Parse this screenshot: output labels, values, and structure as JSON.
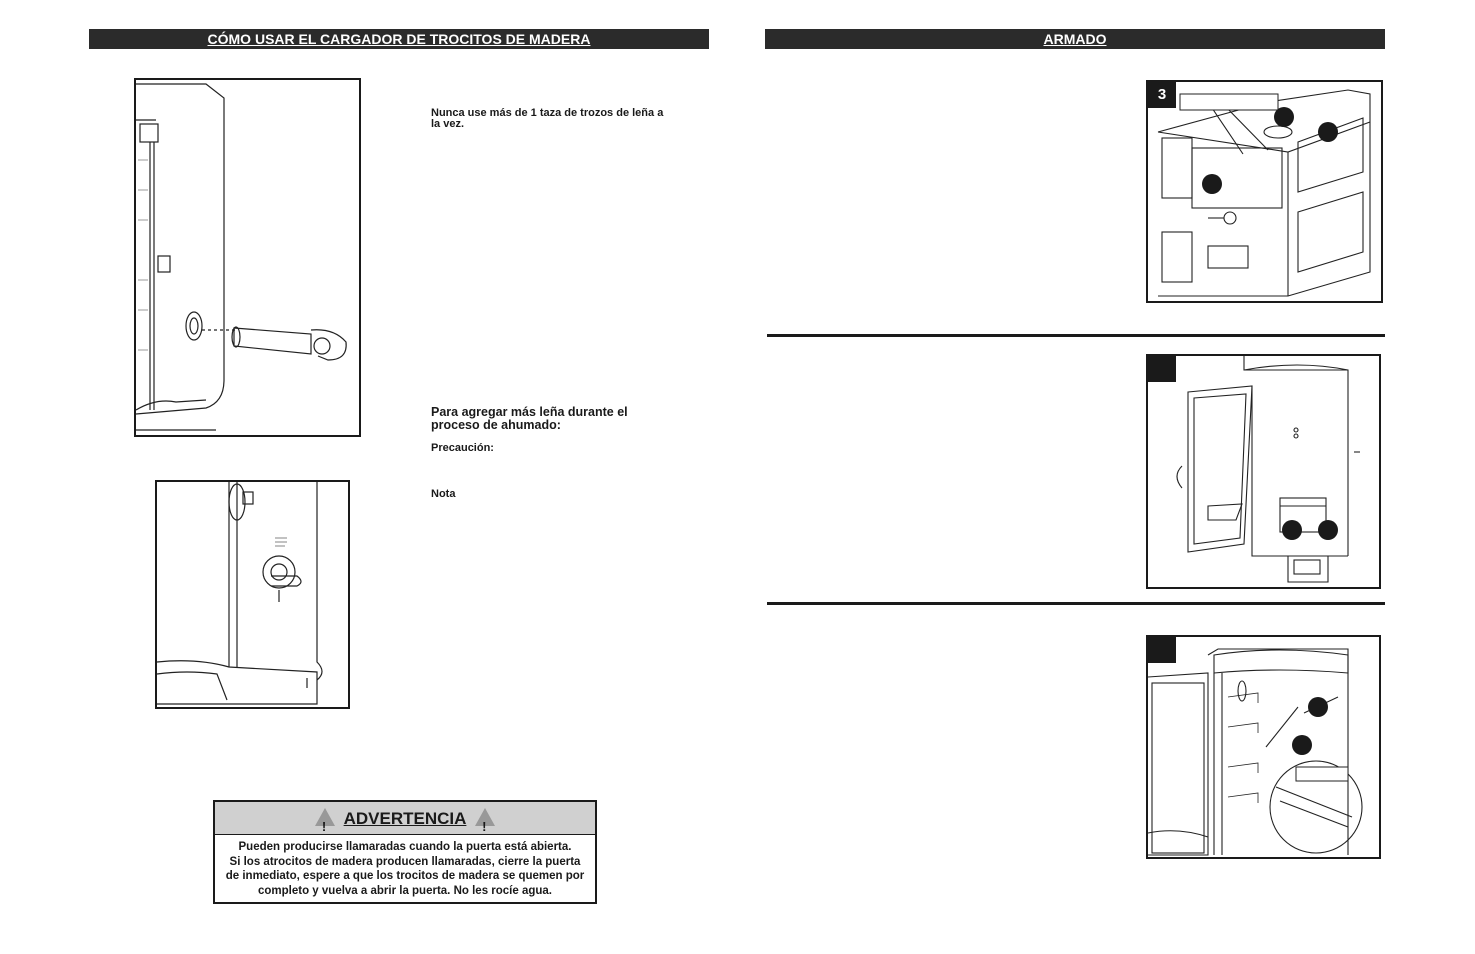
{
  "left_section": {
    "header": "CÓMO USAR EL CARGADOR DE TROCITOS DE MADERA",
    "instruction_1": "Nunca use más de 1 taza de trozos de leña a la vez.",
    "instruction_2": "Para agregar más leña durante el proceso de ahumado:",
    "caution_label": "Precaución:",
    "note_label": "Nota"
  },
  "warning": {
    "title": "ADVERTENCIA",
    "icon_glyph": "!",
    "lines": [
      "Pueden producirse llamaradas cuando la puerta está abierta.",
      "Si los atrocitos de madera producen llamaradas, cierre la puerta",
      "de inmediato, espere a que los trocitos de madera se quemen por",
      "completo y vuelva a abrir la puerta. No les rocíe agua."
    ]
  },
  "right_section": {
    "header": "ARMADO",
    "steps": [
      {
        "number": "3"
      },
      {
        "number": ""
      },
      {
        "number": ""
      }
    ]
  }
}
